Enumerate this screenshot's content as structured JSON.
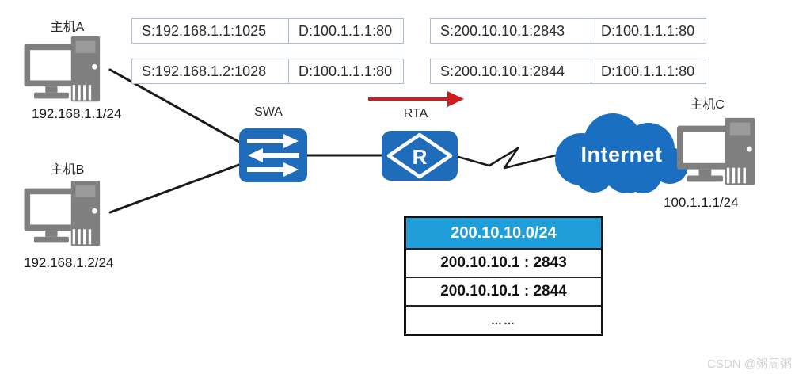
{
  "hosts": [
    {
      "label": "主机A",
      "ip": "192.168.1.1/24"
    },
    {
      "label": "主机B",
      "ip": "192.168.1.2/24"
    },
    {
      "label": "主机C",
      "ip": "100.1.1.1/24"
    }
  ],
  "devices": {
    "switch_label": "SWA",
    "router_label": "RTA",
    "router_glyph": "R",
    "cloud_label": "Internet"
  },
  "packets": {
    "private": [
      {
        "src": "S:192.168.1.1:1025",
        "dst": "D:100.1.1.1:80"
      },
      {
        "src": "S:192.168.1.2:1028",
        "dst": "D:100.1.1.1:80"
      }
    ],
    "public": [
      {
        "src": "S:200.10.10.1:2843",
        "dst": "D:100.1.1.1:80"
      },
      {
        "src": "S:200.10.10.1:2844",
        "dst": "D:100.1.1.1:80"
      }
    ]
  },
  "nat_table": {
    "header": "200.10.10.0/24",
    "rows": [
      "200.10.10.1 : 2843",
      "200.10.10.1 : 2844",
      "……"
    ]
  },
  "watermark": "CSDN @粥周粥",
  "icons": {
    "host": "computer-icon",
    "switch": "switch-arrows-icon",
    "router": "router-diamond-icon",
    "cloud": "cloud-icon",
    "flow": "red-arrow-icon"
  },
  "colors": {
    "device_blue": "#1e6cba",
    "table_header_blue": "#1f9ed9",
    "arrow_red": "#d01c1c",
    "host_gray": "#7f7f7f",
    "packet_border": "#a9bcd4"
  }
}
